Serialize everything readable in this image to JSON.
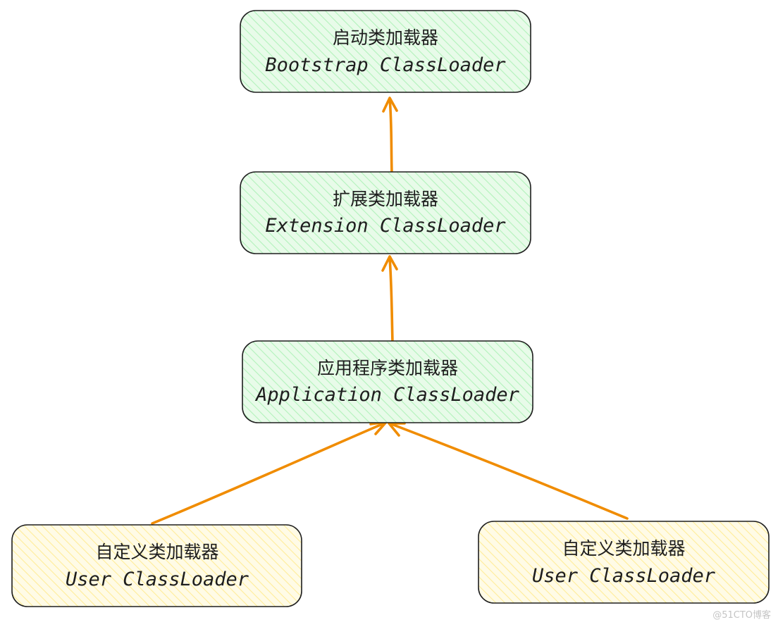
{
  "nodes": {
    "bootstrap": {
      "cn": "启动类加载器",
      "en": "Bootstrap ClassLoader"
    },
    "extension": {
      "cn": "扩展类加载器",
      "en": "Extension ClassLoader"
    },
    "application": {
      "cn": "应用程序类加载器",
      "en": "Application ClassLoader"
    },
    "user_left": {
      "cn": "自定义类加载器",
      "en": "User ClassLoader"
    },
    "user_right": {
      "cn": "自定义类加载器",
      "en": "User ClassLoader"
    }
  },
  "colors": {
    "green_fill": "#d3f9d8",
    "green_hatch": "#b2f2bb",
    "yellow_fill": "#fff9db",
    "yellow_hatch": "#ffec99",
    "arrow": "#f08c00",
    "stroke": "#1e1e1e"
  },
  "watermark": "@51CTO博客"
}
